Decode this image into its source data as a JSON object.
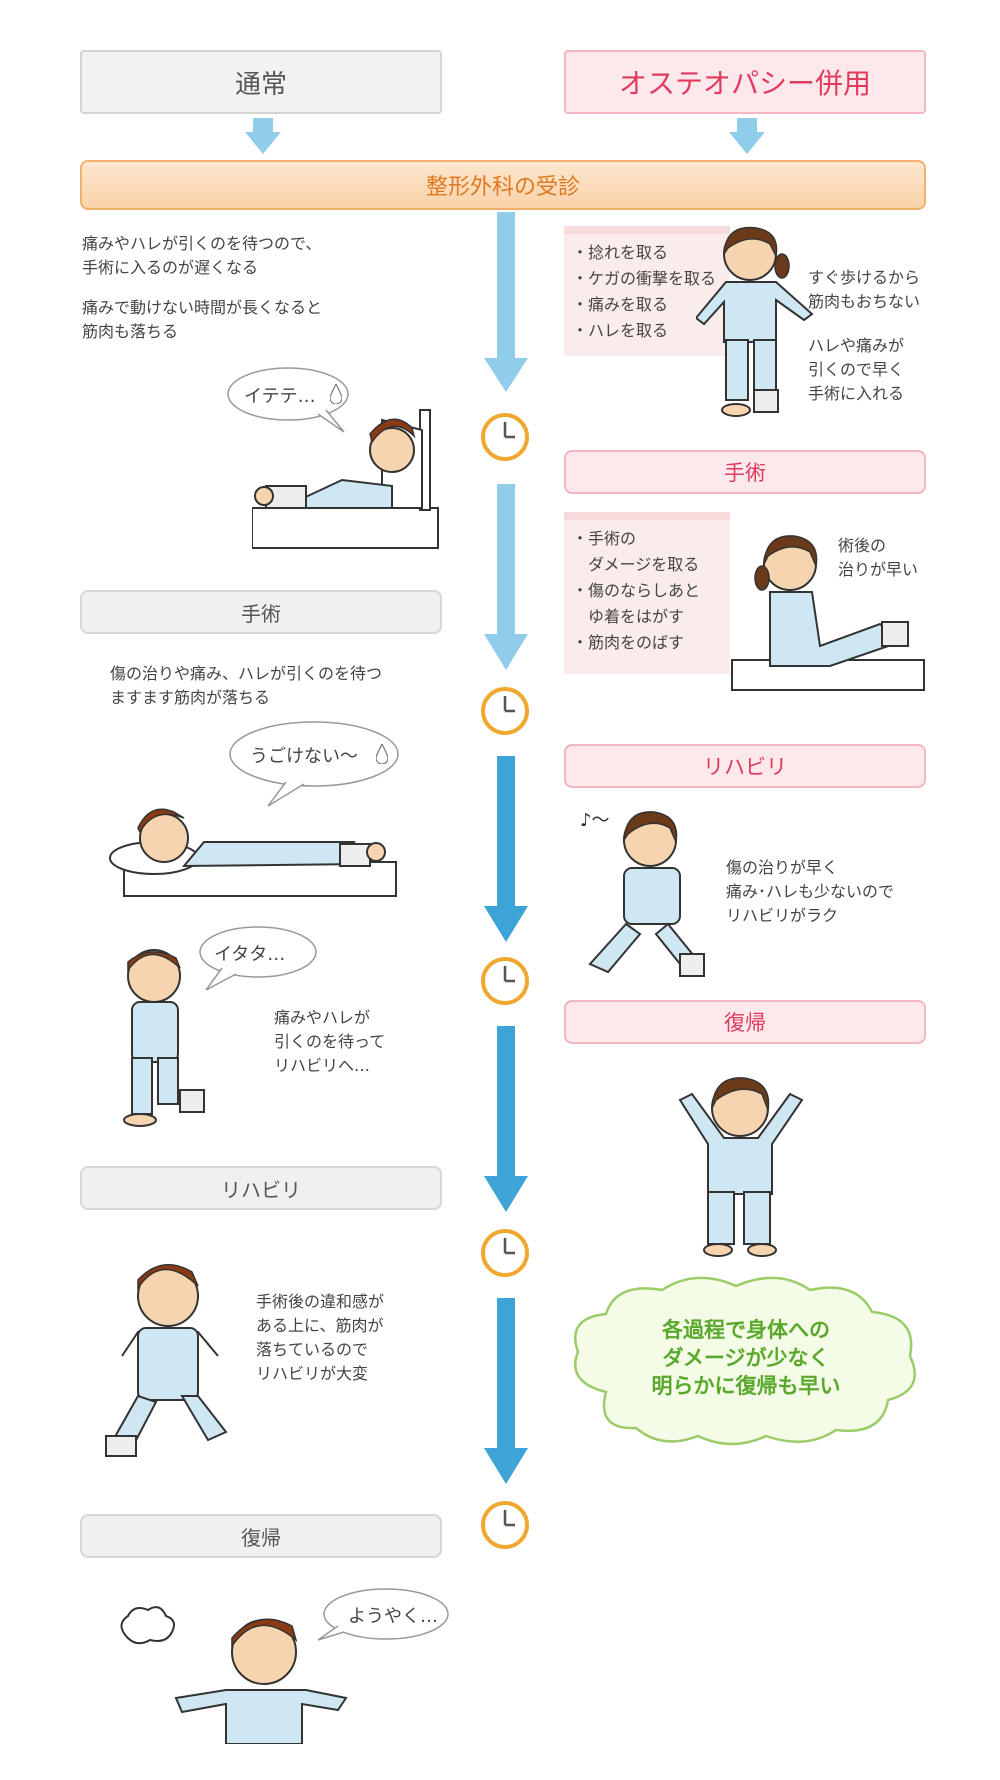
{
  "columns": {
    "left_header": "通常",
    "right_header": "オステオパシー併用"
  },
  "shared_step": "整形外科の受診",
  "left": {
    "intro_text_1": "痛みやハレが引くのを待つので、\n手術に入るのが遅くなる",
    "intro_text_2": "痛みで動けない時間が長くなると\n筋肉も落ちる",
    "bubble_1": "イテテ…",
    "stage_surgery": "手術",
    "surgery_text": "傷の治りや痛み、ハレが引くのを待つ\nますます筋肉が落ちる",
    "bubble_2": "うごけない～",
    "bubble_3": "イタタ…",
    "wait_text": "痛みやハレが\n引くのを待って\nリハビリへ…",
    "stage_rehab": "リハビリ",
    "rehab_text": "手術後の違和感が\nある上に、筋肉が\n落ちているので\nリハビリが大変",
    "stage_return": "復帰",
    "bubble_4": "ようやく…"
  },
  "right": {
    "list_1": [
      "・捻れを取る",
      "・ケガの衝撃を取る",
      "・痛みを取る",
      "・ハレを取る"
    ],
    "note_1a": "すぐ歩けるから\n筋肉もおちない",
    "note_1b": "ハレや痛みが\n引くので早く\n手術に入れる",
    "stage_surgery": "手術",
    "list_2": [
      "・手術の\n　ダメージを取る",
      "・傷のならしあと\n　ゆ着をはがす",
      "・筋肉をのばす"
    ],
    "note_2": "術後の\n治りが早い",
    "stage_rehab": "リハビリ",
    "note_3": "傷の治りが早く\n痛み･ハレも少ないので\nリハビリがラク",
    "music_note": "♪～",
    "stage_return": "復帰",
    "summary": "各過程で身体への\nダメージが少なく\n明らかに復帰も早い"
  },
  "colors": {
    "arrow_light": "#8fcdea",
    "arrow_dark": "#3ea3d6",
    "clock_ring": "#f0a830",
    "pink_text": "#e03a5c",
    "orange_text": "#e07820",
    "green_text": "#5aa82c"
  },
  "icons": [
    "clock-icon",
    "down-arrow-icon",
    "water-drop-icon"
  ]
}
